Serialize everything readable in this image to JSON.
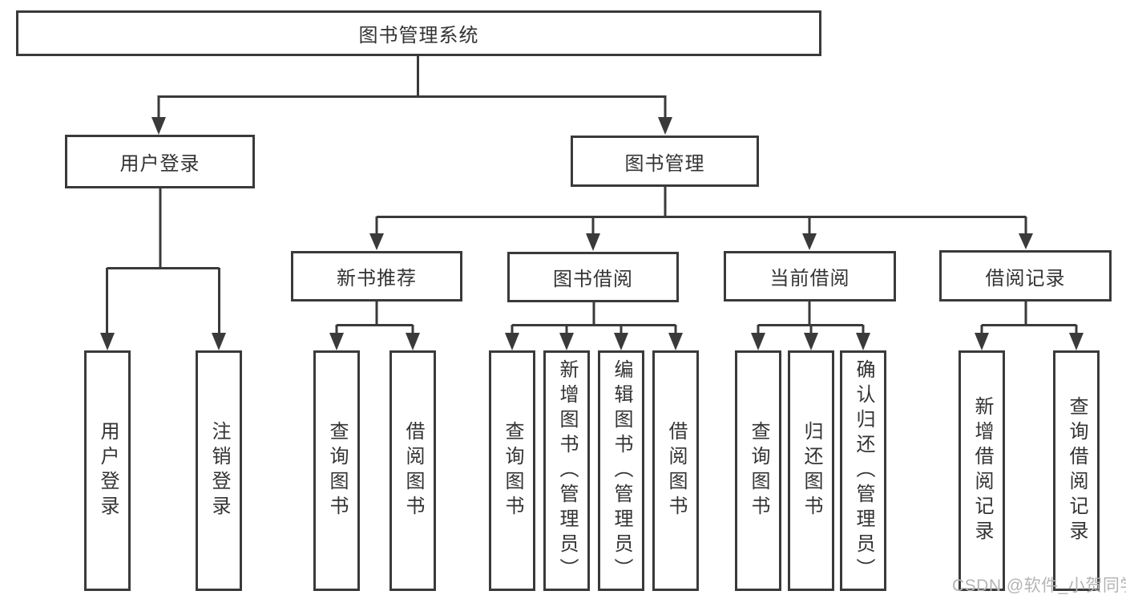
{
  "watermark": "CSDN @软件_小贺同学",
  "tree": {
    "root": {
      "label": "图书管理系统"
    },
    "branches": [
      {
        "label": "用户登录",
        "leaves": [
          {
            "label": "用户登录"
          },
          {
            "label": "注销登录"
          }
        ]
      },
      {
        "label": "图书管理",
        "groups": [
          {
            "label": "新书推荐",
            "leaves": [
              {
                "label": "查询图书"
              },
              {
                "label": "借阅图书"
              }
            ]
          },
          {
            "label": "图书借阅",
            "leaves": [
              {
                "label": "查询图书"
              },
              {
                "label": "新增图书（管理员）"
              },
              {
                "label": "编辑图书（管理员）"
              },
              {
                "label": "借阅图书"
              }
            ]
          },
          {
            "label": "当前借阅",
            "leaves": [
              {
                "label": "查询图书"
              },
              {
                "label": "归还图书"
              },
              {
                "label": "确认归还（管理员）"
              }
            ]
          },
          {
            "label": "借阅记录",
            "leaves": [
              {
                "label": "新增借阅记录"
              },
              {
                "label": "查询借阅记录"
              }
            ]
          }
        ]
      }
    ]
  },
  "colors": {
    "line": "#3a3a3a",
    "text": "#333333",
    "watermark": "#b4b4b4"
  }
}
